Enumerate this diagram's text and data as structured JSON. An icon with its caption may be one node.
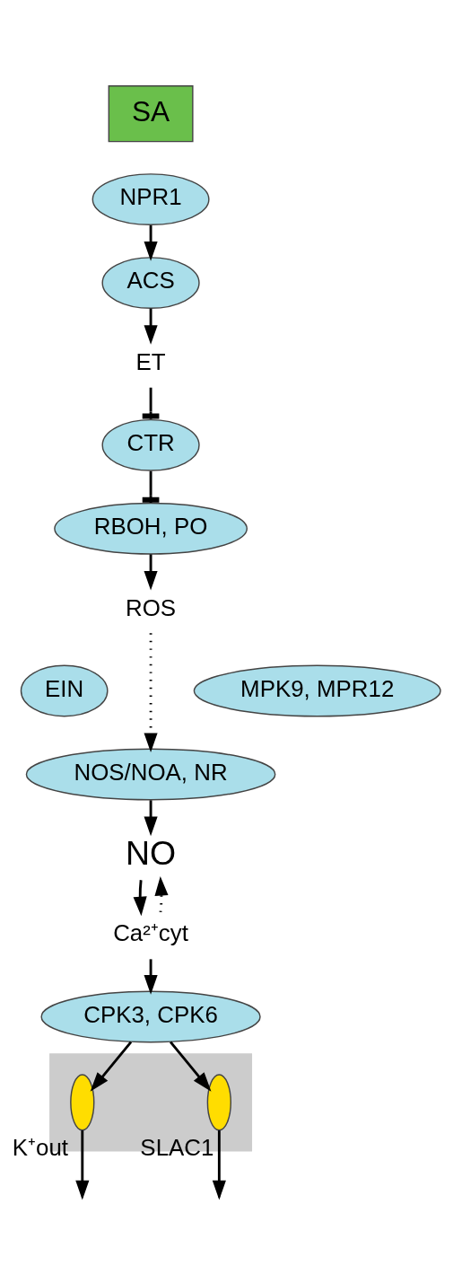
{
  "diagram": {
    "nodes": [
      {
        "text": [
          "SA"
        ]
      },
      {
        "text": [
          "NPR1"
        ]
      },
      {
        "text": [
          "ACS"
        ]
      },
      {
        "text": [
          "ET"
        ]
      },
      {
        "text": [
          "CTR"
        ]
      },
      {
        "text": [
          "RBOH, PO"
        ]
      },
      {
        "text": [
          "ROS"
        ]
      },
      {
        "text": [
          "EIN"
        ]
      },
      {
        "text": [
          "MPK9, MPR12"
        ]
      },
      {
        "text": [
          "NOS/NOA, NR"
        ]
      },
      {
        "text": [
          "NO"
        ]
      },
      {
        "text": [
          "Ca²⁺cyt"
        ]
      },
      {
        "text": [
          "CPK3, CPK6"
        ]
      },
      {
        "text": [],
        "shape": "band"
      },
      {
        "text": [],
        "shape": "channel",
        "in": 13,
        "beside": [
          "K⁺out"
        ]
      },
      {
        "text": [],
        "shape": "channel",
        "in": 13,
        "beside": [
          "SLAC1"
        ]
      }
    ],
    "edges": [
      {
        "from": 1,
        "to": 2,
        "arrow": "to"
      },
      {
        "from": 2,
        "to": 3,
        "arrow": "to"
      },
      {
        "from": 3,
        "to": 4,
        "arrow": "other"
      },
      {
        "from": 4,
        "to": 5,
        "arrow": "other"
      },
      {
        "from": 5,
        "to": 6,
        "arrow": "to"
      },
      {
        "from": 6,
        "to": 9,
        "arrow": "to",
        "style": "dashed"
      },
      {
        "from": 9,
        "to": 10,
        "arrow": "to"
      },
      {
        "from": 10,
        "to": 11,
        "arrow": "to"
      },
      {
        "from": 11,
        "to": 10,
        "arrow": "to",
        "style": "dashed"
      },
      {
        "from": 11,
        "to": 12,
        "arrow": "to"
      },
      {
        "from": 12,
        "to": 14,
        "arrow": "to"
      },
      {
        "from": 12,
        "to": 15,
        "arrow": "to"
      },
      {
        "from": 14,
        "to": null,
        "arrow": "to"
      },
      {
        "from": 15,
        "to": null,
        "arrow": "to"
      }
    ]
  }
}
